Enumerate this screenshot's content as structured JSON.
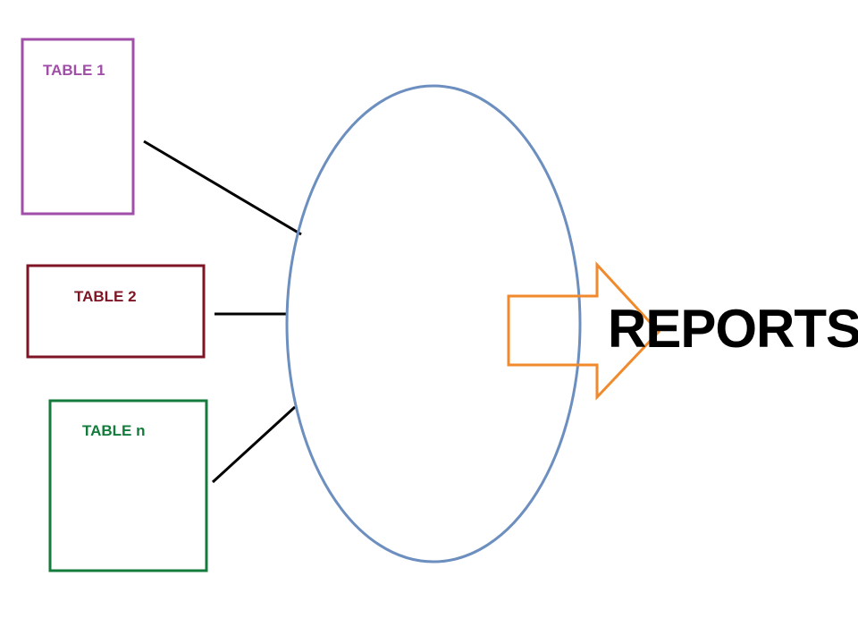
{
  "tables": [
    {
      "label": "TABLE 1",
      "color": "#a04ea8"
    },
    {
      "label": "TABLE 2",
      "color": "#7e1424"
    },
    {
      "label": "TABLE n",
      "color": "#137b3c"
    }
  ],
  "hub": {
    "color": "#6c8fbf"
  },
  "connector": {
    "color": "#000000"
  },
  "arrow": {
    "color": "#f08a2c"
  },
  "output": {
    "label": "REPORTS",
    "color": "#000000"
  }
}
